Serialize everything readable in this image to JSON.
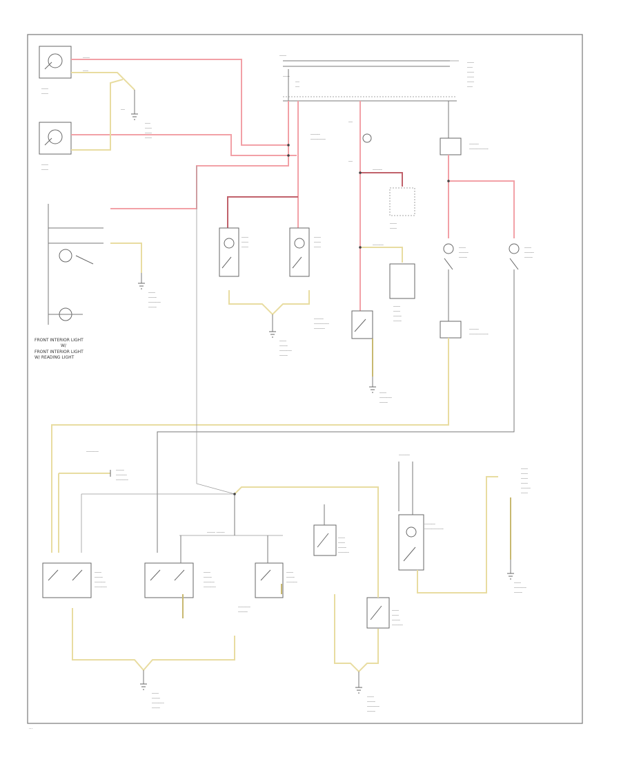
{
  "colors": {
    "wire_red": "#f2a0a6",
    "wire_yellow": "#e8dca0",
    "wire_gray": "#777777",
    "frame": "#777777"
  },
  "labels": {
    "front_interior_line1": "FRONT INTERIOR LIGHT",
    "front_interior_line2": "W/",
    "front_interior_line3": "FRONT INTERIOR LIGHT",
    "front_interior_line4": "W/ READING LIGHT",
    "footer": "..."
  }
}
